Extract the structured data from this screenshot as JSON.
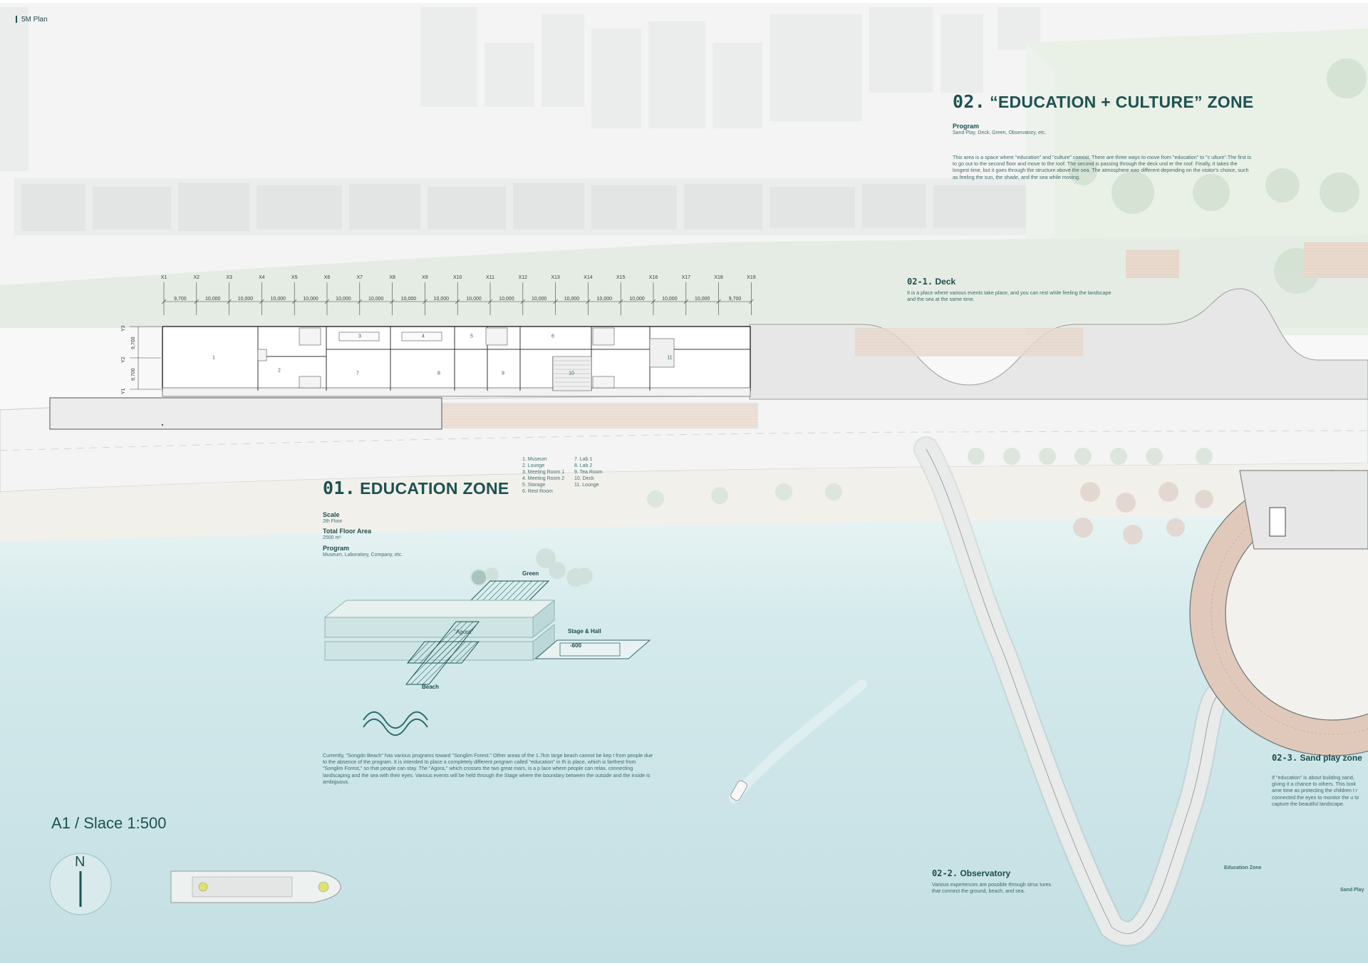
{
  "sheet": {
    "title": "5M Plan",
    "scale_text": "A1 / Slace 1:500",
    "north_label": "N"
  },
  "zone1": {
    "number": "01.",
    "title": "EDUCATION ZONE",
    "scale_label": "Scale",
    "scale_value": "2th Floor",
    "area_label": "Total Floor Area",
    "area_value": "2500 m²",
    "program_label": "Program",
    "program_value": "Museum, Laboratory, Company, etc.",
    "rooms_col1": [
      "1. Museum",
      "2. Lounge",
      "3. Meeting Room 1",
      "4. Meeting Room 2",
      "5. Storage",
      "6. Rest Room"
    ],
    "rooms_col2": [
      "7. Lab 1",
      "8. Lab 2",
      "9. Tea Room",
      "10. Deck",
      "11. Lounge"
    ],
    "description": "Currently, \"Songdo Beach\" has various programs toward \"Songlim Forest.\" Other areas of the 1.7km large beach cannot be kep t from people due to the absence of the program.  It is intended to place a completely different program called \"education\" in th is place, which is farthest from \"Songlim Forest,\" so that people can stay. The \"Agora,\" which crosses the two great mars, is a p lace where people can relax, connecting landscaping and the sea with their eyes. Various events will be held through the Stage where the boundary between the outside and the inside is ambiguous."
  },
  "diagram": {
    "green": "Green",
    "agora": "\"Agora\"",
    "stage": "Stage & Hall",
    "beach": "Beach",
    "level": "-600"
  },
  "zone2": {
    "number": "02.",
    "title": "“EDUCATION + CULTURE” ZONE",
    "program_label": "Program",
    "program_value": "Sand Play, Deck, Green, Observatory, etc.",
    "description": "This area is a space where \"education\" and \"culture\" coexist. There are three ways to move from \"education\" to \"c ulture\".The first is to go out to the second floor and move to the roof. The second is passing through the deck und er the roof. Finally, it takes the longest time, but it goes through the structure above the sea. The atmosphere was different depending on the visitor's choice, such as feeling the sun, the shade, and the sea while moving."
  },
  "deck": {
    "number": "02-1.",
    "title": "Deck",
    "description": "It is a place where various events take place, and you can rest while feeling the landscape and the sea at the same time."
  },
  "observatory": {
    "number": "02-2.",
    "title": "Observatory",
    "description": "Various experiences are possible through struc tures that connect the ground, beach, and sea."
  },
  "sandplay": {
    "number": "02-3.",
    "title": "Sand play zone",
    "description": "If \"education\" is about building sand, giving it a chance to others. This look ame time as protecting the children t r connected the eyes to monitor the u to capture the beautiful landscape.",
    "key_education": "Education Zone",
    "key_sandplay": "Sand Play"
  },
  "grid": {
    "x_labels": [
      "X1",
      "X2",
      "X3",
      "X4",
      "X5",
      "X6",
      "X7",
      "X8",
      "X9",
      "X10",
      "X11",
      "X12",
      "X13",
      "X14",
      "X15",
      "X16",
      "X17",
      "X18",
      "X19"
    ],
    "dims": [
      "9,700",
      "10,000",
      "10,000",
      "10,000",
      "10,000",
      "10,000",
      "10,000",
      "10,000",
      "10,000",
      "10,000",
      "10,000",
      "10,000",
      "10,000",
      "10,000",
      "10,000",
      "10,000",
      "10,000",
      "9,700"
    ],
    "y_labels": [
      "Y3",
      "Y2",
      "Y1"
    ],
    "y_dims": [
      "9,700",
      "9,700"
    ],
    "room_numbers": [
      "1",
      "2",
      "3",
      "4",
      "5",
      "6",
      "7",
      "8",
      "9",
      "10",
      "11"
    ]
  },
  "colors": {
    "sea": "#c9e3e6",
    "sand": "#f3f1ec",
    "green": "#e9f0e6",
    "road": "#f4f5f4",
    "deck": "#e8d8cc",
    "accent": "#1d5252"
  }
}
